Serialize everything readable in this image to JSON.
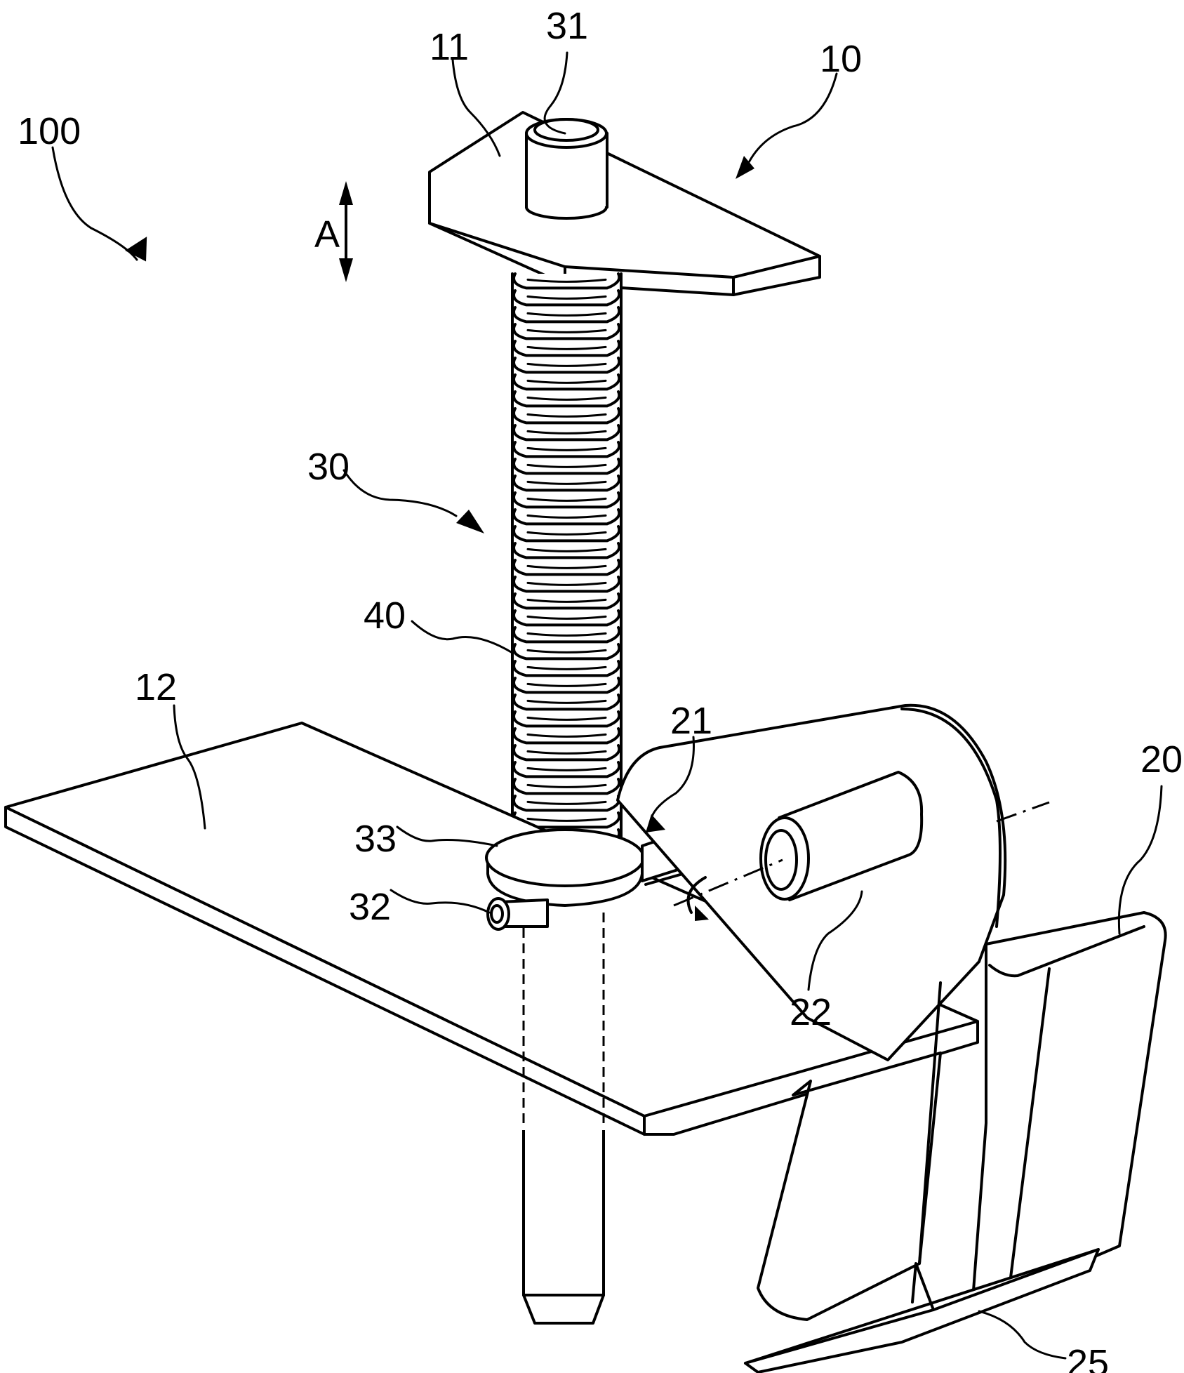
{
  "figure": {
    "description": "Perspective patent drawing of a spring-loaded locking pin mechanism",
    "labels": {
      "assembly": "100",
      "upper_unit": "10",
      "top_plate": "11",
      "pin_head": "31",
      "axis_direction": "A",
      "pin_assembly": "30",
      "spring": "40",
      "base_plate": "12",
      "lever_arm": "21",
      "collar": "33",
      "set_screw": "32",
      "pivot_shaft": "22",
      "bracket": "20",
      "blade": "25"
    }
  }
}
